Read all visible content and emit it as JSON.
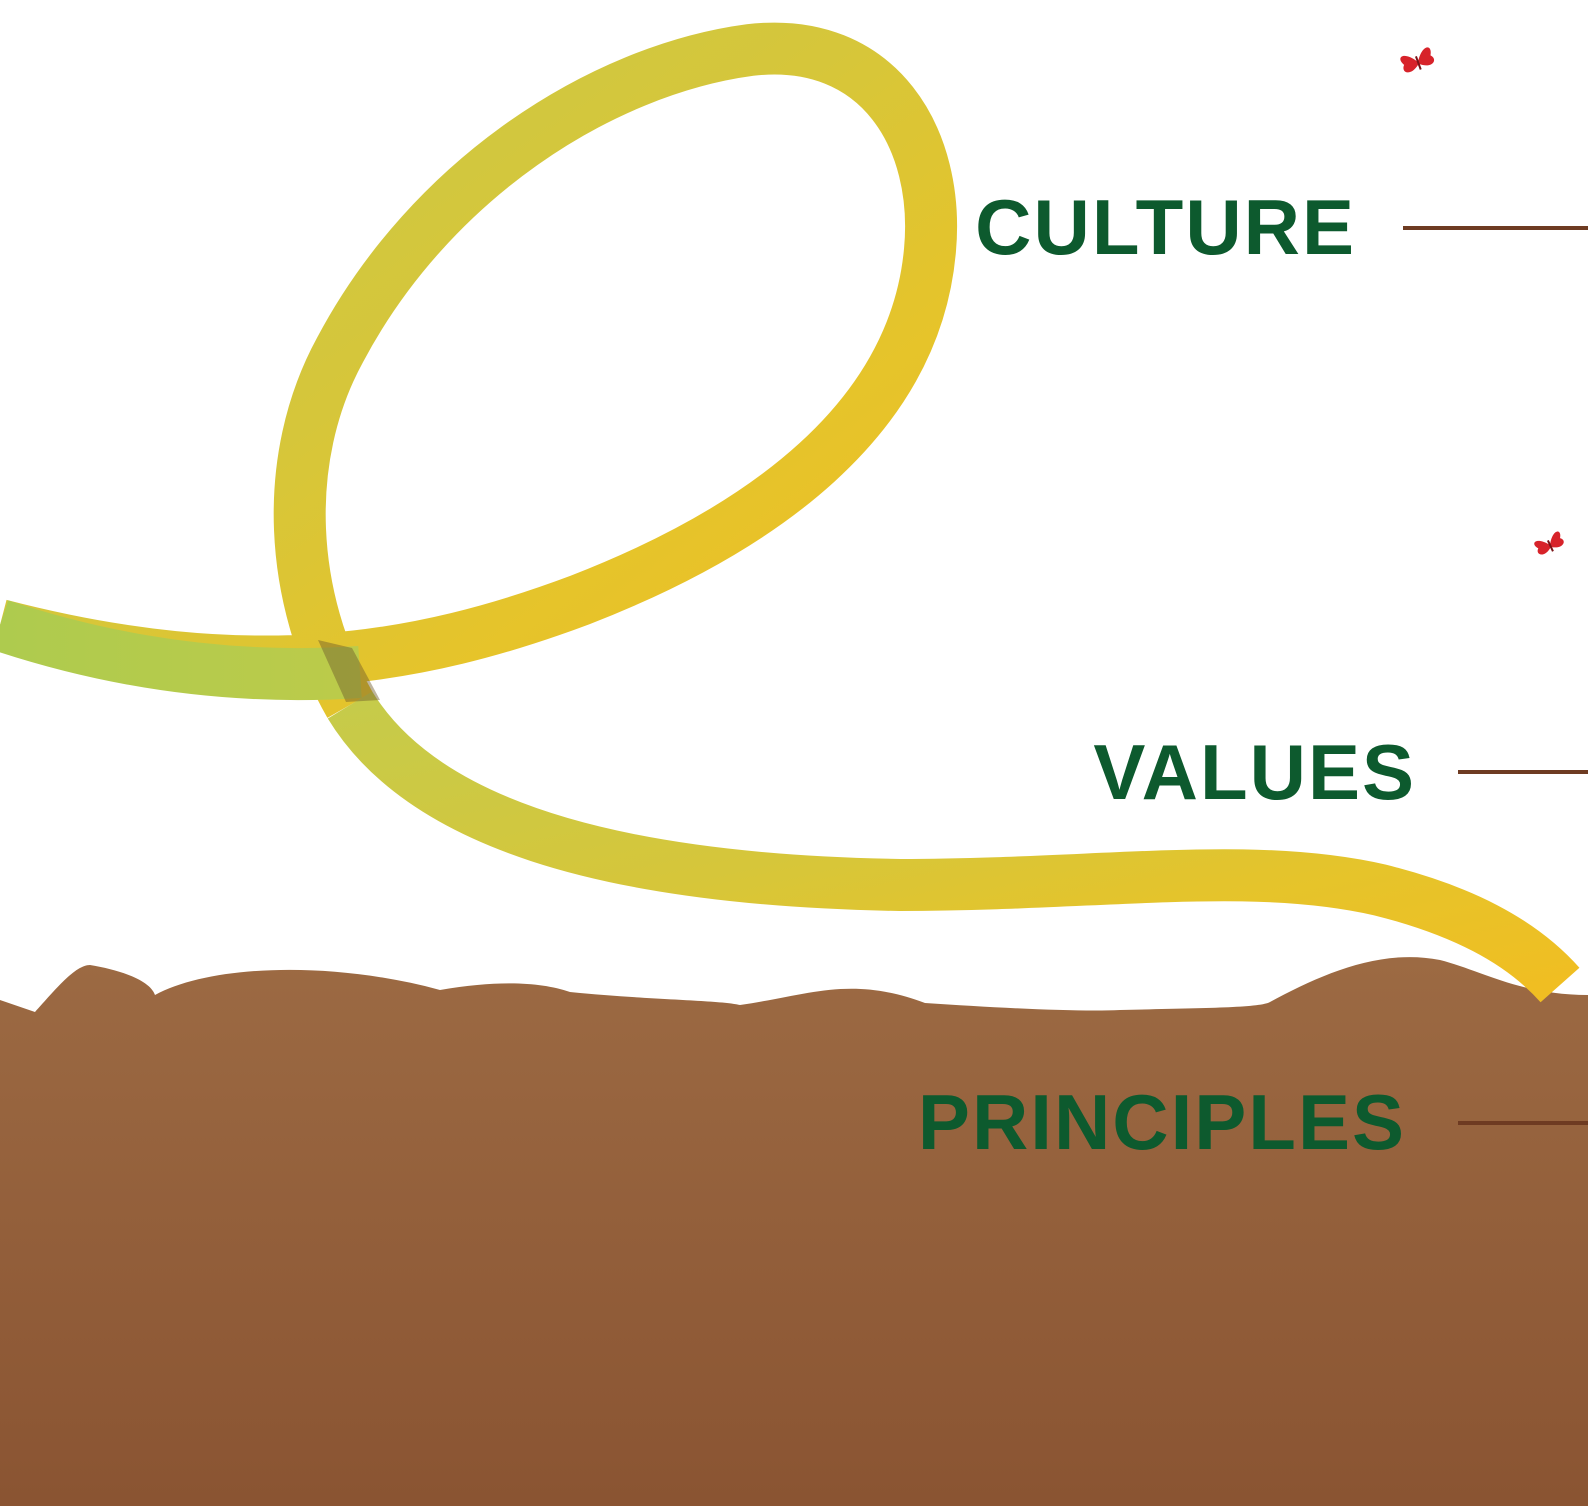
{
  "labels": {
    "culture": "CULTURE",
    "values": "VALUES",
    "principles": "PRINCIPLES"
  },
  "colors": {
    "background": "#ffffff",
    "label_text": "#0d5a2e",
    "leader_line": "#6e3b22",
    "soil_top": "#9c6a43",
    "soil_bottom": "#8a5432",
    "vine_green": "#c6cb4a",
    "vine_light_green": "#aecb4e",
    "vine_yellow": "#e5c42b",
    "vine_gold": "#f0be22",
    "butterfly": "#d7232a"
  },
  "icons": [
    "butterfly-icon",
    "butterfly-icon"
  ]
}
